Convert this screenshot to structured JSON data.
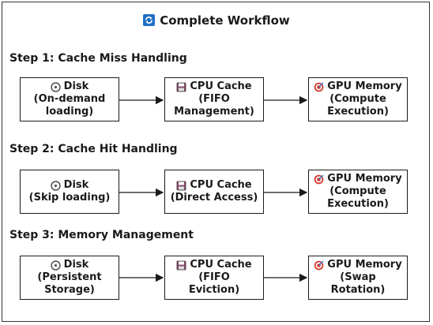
{
  "title": "Complete Workflow",
  "icons": {
    "title": "refresh-icon",
    "disk": "disk-icon",
    "cpu": "floppy-save-icon",
    "gpu": "target-icon"
  },
  "steps": [
    {
      "label": "Step 1: Cache Miss Handling",
      "nodes": [
        {
          "name": "Disk",
          "lines": [
            "(On-demand",
            "loading)"
          ]
        },
        {
          "name": "CPU Cache",
          "lines": [
            "(FIFO",
            "Management)"
          ]
        },
        {
          "name": "GPU Memory",
          "lines": [
            "(Compute",
            "Execution)"
          ]
        }
      ]
    },
    {
      "label": "Step 2: Cache Hit Handling",
      "nodes": [
        {
          "name": "Disk",
          "lines": [
            "(Skip loading)"
          ]
        },
        {
          "name": "CPU Cache",
          "lines": [
            "(Direct Access)"
          ]
        },
        {
          "name": "GPU Memory",
          "lines": [
            "(Compute",
            "Execution)"
          ]
        }
      ]
    },
    {
      "label": "Step 3: Memory Management",
      "nodes": [
        {
          "name": "Disk",
          "lines": [
            "(Persistent",
            "Storage)"
          ]
        },
        {
          "name": "CPU Cache",
          "lines": [
            "(FIFO",
            "Eviction)"
          ]
        },
        {
          "name": "GPU Memory",
          "lines": [
            "(Swap",
            "Rotation)"
          ]
        }
      ]
    }
  ]
}
